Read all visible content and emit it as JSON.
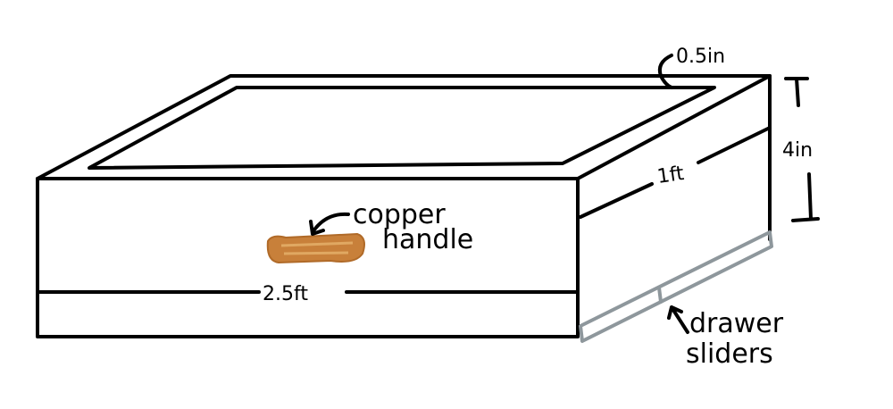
{
  "labels": {
    "rim_thickness": "0.5in",
    "height": "4in",
    "depth": "1ft",
    "width": "2.5ft",
    "handle_line1": "copper",
    "handle_line2": "handle",
    "sliders_line1": "drawer",
    "sliders_line2": "sliders"
  },
  "colors": {
    "outline": "#000000",
    "slider": "#8e979c",
    "copper": "#c8803a"
  }
}
